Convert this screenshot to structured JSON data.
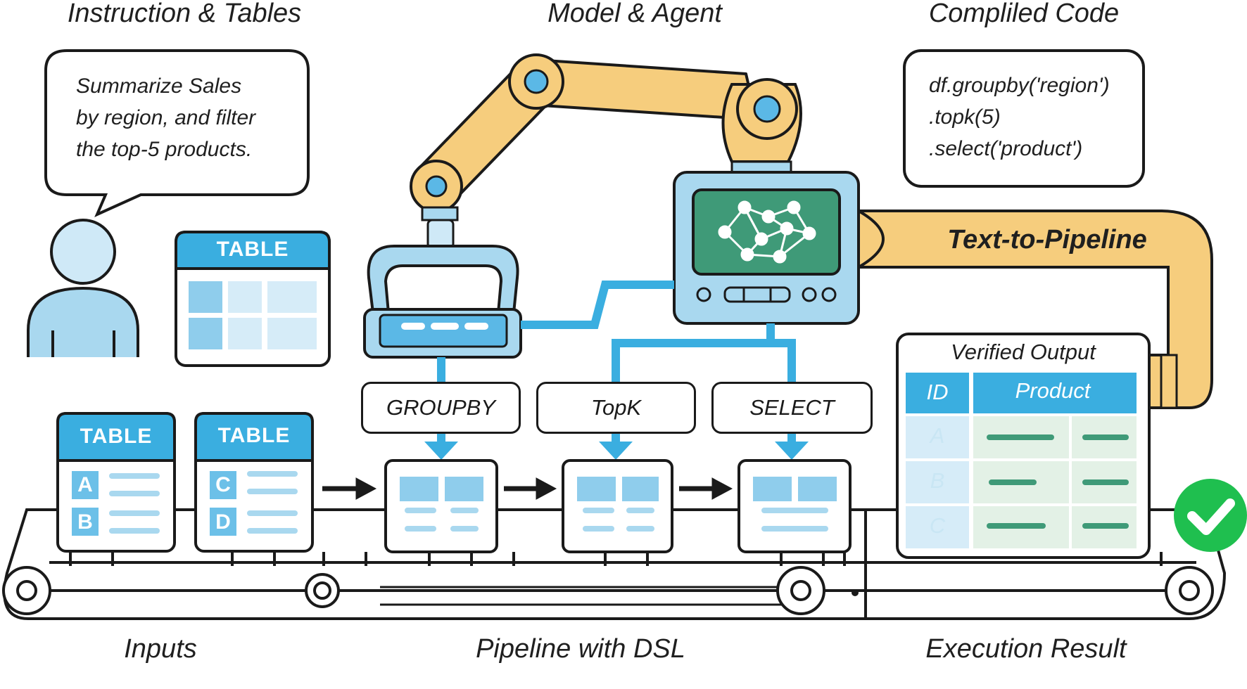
{
  "section_labels": {
    "instruction_tables": "Instruction & Tables",
    "model_agent": "Model & Agent",
    "compiled_code": "Compliled Code",
    "inputs": "Inputs",
    "pipeline": "Pipeline with DSL",
    "execution_result": "Execution Result"
  },
  "instruction": "Summarize Sales\nby region, and filter\nthe top-5 products.",
  "code": "df.groupby('region')\n.topk(5)\n.select('product')",
  "robot_arm_label": "Text-to-Pipeline",
  "table_title": "TABLE",
  "input_tables": [
    {
      "title": "TABLE",
      "rows": [
        "A",
        "B"
      ]
    },
    {
      "title": "TABLE",
      "rows": [
        "C",
        "D"
      ]
    }
  ],
  "operators": [
    "GROUPBY",
    "TopK",
    "SELECT"
  ],
  "verified_output": {
    "title": "Verified Output",
    "headers": [
      "ID",
      "Product"
    ],
    "ids": [
      "A",
      "B",
      "C"
    ]
  },
  "colors": {
    "blue": "#3aaee0",
    "light_blue": "#a9d8ef",
    "arm_yellow": "#f6cd7d",
    "screen_green": "#3f9a78",
    "check_green": "#1fbf4f",
    "output_green": "#e3f1e6"
  },
  "icons": [
    "user-icon",
    "robot-arm-icon",
    "neural-network-icon",
    "check-icon",
    "arrow-right-icon"
  ]
}
